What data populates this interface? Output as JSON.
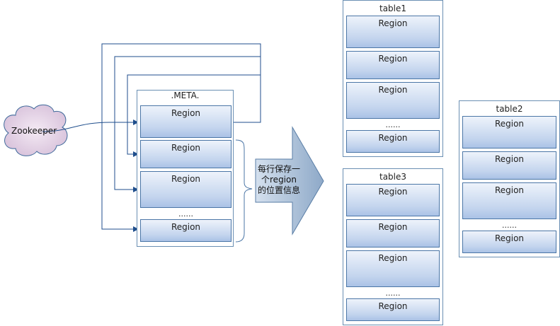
{
  "zookeeper": {
    "label": "Zookeeper"
  },
  "meta": {
    "title": ".META.",
    "regions": [
      "Region",
      "Region",
      "Region"
    ],
    "dots": "......",
    "last_region": "Region"
  },
  "arrow": {
    "label": "每行保存一个region的位置信息"
  },
  "table1": {
    "title": "table1",
    "regions": [
      "Region",
      "Region",
      "Region"
    ],
    "dots": "......",
    "last_region": "Region"
  },
  "table2": {
    "title": "table2",
    "regions": [
      "Region",
      "Region",
      "Region"
    ],
    "dots": "......",
    "last_region": "Region"
  },
  "table3": {
    "title": "table3",
    "regions": [
      "Region",
      "Region",
      "Region"
    ],
    "dots": "......",
    "last_region": "Region"
  },
  "colors": {
    "region_border": "#4b76a6",
    "region_fill": "#c4d5ee",
    "arrow_fill": "#a9bfd9",
    "cloud_fill": "#e3d3e6"
  }
}
